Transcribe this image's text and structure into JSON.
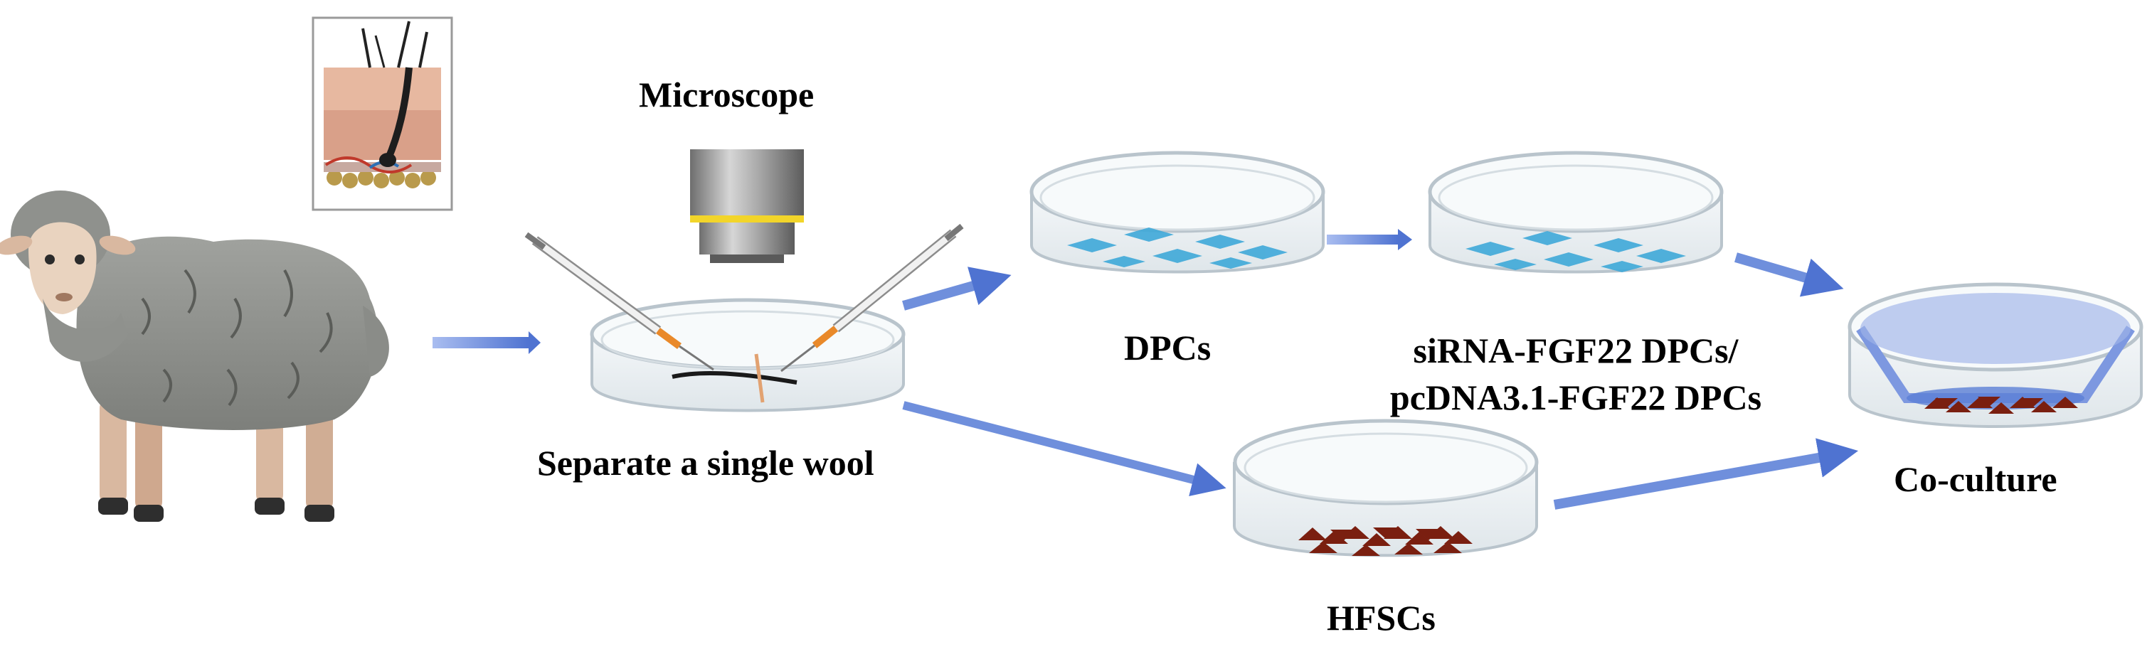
{
  "labels": {
    "microscope": "Microscope",
    "separate": "Separate a single wool",
    "dpcs": "DPCs",
    "transfected_line1": "siRNA-FGF22 DPCs/",
    "transfected_line2": "pcDNA3.1-FGF22 DPCs",
    "hfscs": "HFSCs",
    "coculture": "Co-culture"
  },
  "colors": {
    "arrow": "#5b7fd6",
    "dpc_cell": "#3fa9d9",
    "hfsc_cell": "#7a1f10",
    "dish_rim": "#b9c4cc",
    "sheep_wool": "#8d8f8b",
    "insert_fill": "#9fb3e8"
  },
  "icons": [
    "sheep-icon",
    "skin-section-icon",
    "microscope-objective-icon",
    "syringe-icon",
    "petri-dish-icon",
    "arrow-icon",
    "transwell-dish-icon"
  ]
}
